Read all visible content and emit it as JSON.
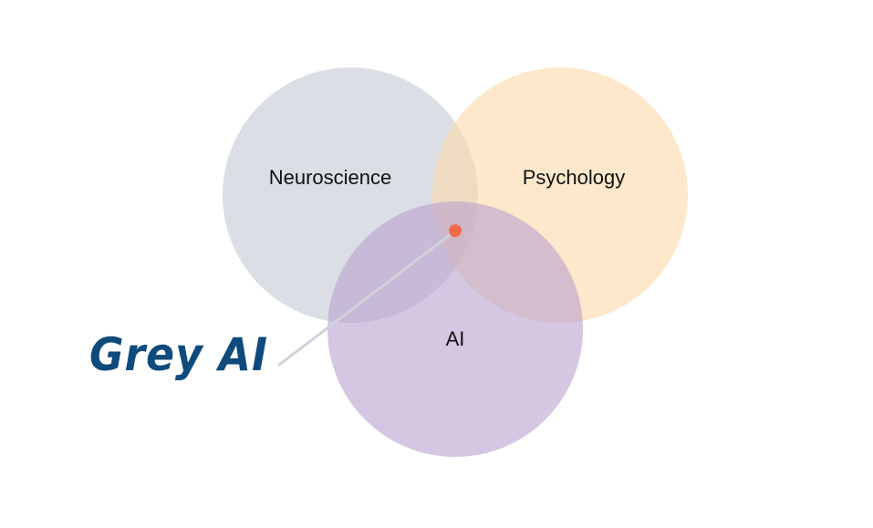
{
  "diagram": {
    "circles": [
      {
        "id": "neuroscience",
        "label": "Neuroscience",
        "color": "#c3c9d4"
      },
      {
        "id": "psychology",
        "label": "Psychology",
        "color": "#fcd9a8"
      },
      {
        "id": "ai",
        "label": "AI",
        "color": "#b9a0cf"
      }
    ],
    "callout": {
      "label": "Grey AI",
      "label_color": "#0f4a7c",
      "line_color": "#d0d3dc",
      "dot_color": "#f26b4a"
    }
  }
}
